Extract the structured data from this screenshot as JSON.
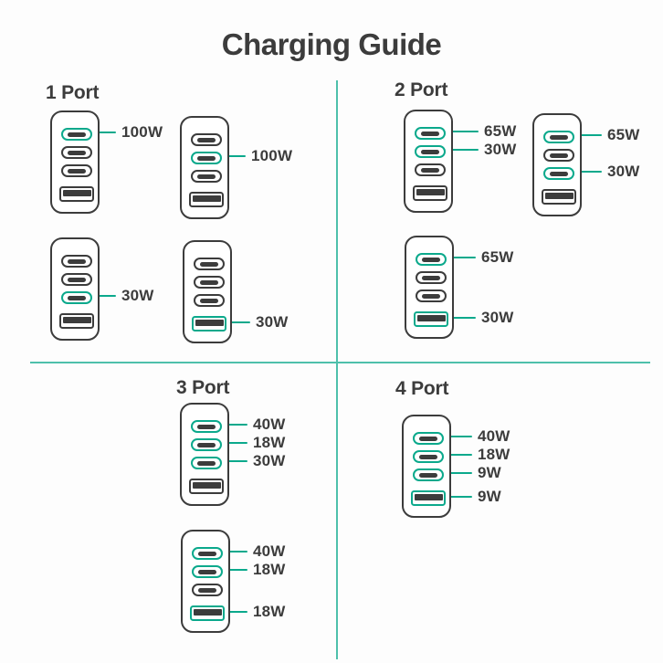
{
  "title": "Charging Guide",
  "colors": {
    "accent": "#0ba98c",
    "ink": "#3c3c3c",
    "divider": "#4ec0ab",
    "background": "#fdfdfd"
  },
  "sections": [
    {
      "id": "s1",
      "label": "1 Port",
      "chargers": [
        {
          "id": "c1",
          "ports": [
            {
              "type": "usb-c",
              "active": true,
              "wattage": "100W"
            },
            {
              "type": "usb-c",
              "active": false,
              "wattage": null
            },
            {
              "type": "usb-c",
              "active": false,
              "wattage": null
            },
            {
              "type": "usb-a",
              "active": false,
              "wattage": null
            }
          ]
        },
        {
          "id": "c2",
          "ports": [
            {
              "type": "usb-c",
              "active": false,
              "wattage": null
            },
            {
              "type": "usb-c",
              "active": true,
              "wattage": "100W"
            },
            {
              "type": "usb-c",
              "active": false,
              "wattage": null
            },
            {
              "type": "usb-a",
              "active": false,
              "wattage": null
            }
          ]
        },
        {
          "id": "c3",
          "ports": [
            {
              "type": "usb-c",
              "active": false,
              "wattage": null
            },
            {
              "type": "usb-c",
              "active": false,
              "wattage": null
            },
            {
              "type": "usb-c",
              "active": true,
              "wattage": "30W"
            },
            {
              "type": "usb-a",
              "active": false,
              "wattage": null
            }
          ]
        },
        {
          "id": "c4",
          "ports": [
            {
              "type": "usb-c",
              "active": false,
              "wattage": null
            },
            {
              "type": "usb-c",
              "active": false,
              "wattage": null
            },
            {
              "type": "usb-c",
              "active": false,
              "wattage": null
            },
            {
              "type": "usb-a",
              "active": true,
              "wattage": "30W"
            }
          ]
        }
      ]
    },
    {
      "id": "s2",
      "label": "2 Port",
      "chargers": [
        {
          "id": "c5",
          "ports": [
            {
              "type": "usb-c",
              "active": true,
              "wattage": "65W"
            },
            {
              "type": "usb-c",
              "active": true,
              "wattage": "30W"
            },
            {
              "type": "usb-c",
              "active": false,
              "wattage": null
            },
            {
              "type": "usb-a",
              "active": false,
              "wattage": null
            }
          ]
        },
        {
          "id": "c6",
          "ports": [
            {
              "type": "usb-c",
              "active": true,
              "wattage": "65W"
            },
            {
              "type": "usb-c",
              "active": false,
              "wattage": null
            },
            {
              "type": "usb-c",
              "active": true,
              "wattage": "30W"
            },
            {
              "type": "usb-a",
              "active": false,
              "wattage": null
            }
          ]
        },
        {
          "id": "c7",
          "ports": [
            {
              "type": "usb-c",
              "active": true,
              "wattage": "65W"
            },
            {
              "type": "usb-c",
              "active": false,
              "wattage": null
            },
            {
              "type": "usb-c",
              "active": false,
              "wattage": null
            },
            {
              "type": "usb-a",
              "active": true,
              "wattage": "30W"
            }
          ]
        }
      ]
    },
    {
      "id": "s3",
      "label": "3 Port",
      "chargers": [
        {
          "id": "c8",
          "ports": [
            {
              "type": "usb-c",
              "active": true,
              "wattage": "40W"
            },
            {
              "type": "usb-c",
              "active": true,
              "wattage": "18W"
            },
            {
              "type": "usb-c",
              "active": true,
              "wattage": "30W"
            },
            {
              "type": "usb-a",
              "active": false,
              "wattage": null
            }
          ]
        },
        {
          "id": "c9",
          "ports": [
            {
              "type": "usb-c",
              "active": true,
              "wattage": "40W"
            },
            {
              "type": "usb-c",
              "active": true,
              "wattage": "18W"
            },
            {
              "type": "usb-c",
              "active": false,
              "wattage": null
            },
            {
              "type": "usb-a",
              "active": true,
              "wattage": "18W"
            }
          ]
        }
      ]
    },
    {
      "id": "s4",
      "label": "4 Port",
      "chargers": [
        {
          "id": "c10",
          "ports": [
            {
              "type": "usb-c",
              "active": true,
              "wattage": "40W"
            },
            {
              "type": "usb-c",
              "active": true,
              "wattage": "18W"
            },
            {
              "type": "usb-c",
              "active": true,
              "wattage": "9W"
            },
            {
              "type": "usb-a",
              "active": true,
              "wattage": "9W"
            }
          ]
        }
      ]
    }
  ]
}
